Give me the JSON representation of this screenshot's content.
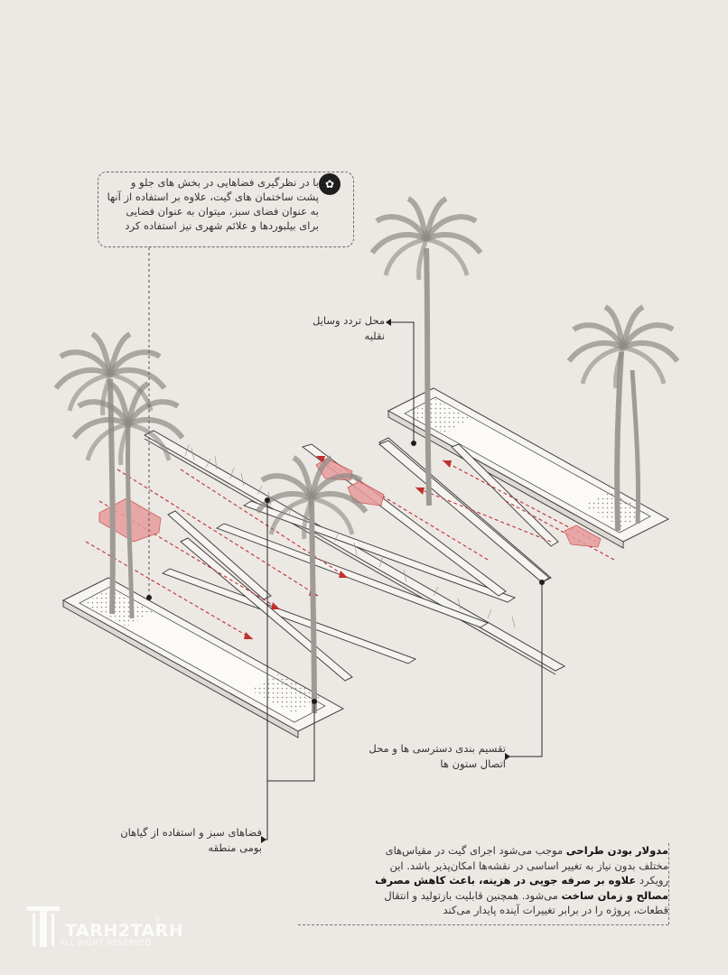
{
  "callout": {
    "icon": "tree-icon",
    "text": "با در نظرگیری فضاهایی در بخش های جلو و پشت ساختمان های گیت، علاوه بر استفاده از آنها به عنوان فضای سبز، میتوان به عنوان فضایی برای بیلبوردها و علائم شهری نیز استفاده کرد"
  },
  "labels": {
    "traffic": "محل تردد وسایل نقلیه",
    "division": "تقسیم بندی دسترسی ها و محل اتصال ستون ها",
    "green": "فضاهای سبز و استفاده از گیاهان بومی منطقه"
  },
  "description": {
    "p1_bold": "مدولار بودن طراحی",
    "p1_rest": " موجب می‌شود اجرای گیت در مقیاس‌های مختلف بدون نیاز به تغییر اساسی در نقشه‌ها امکان‌پذیر باشد. این رویکرد ",
    "p2_bold": "علاوه بر صرفه جویی در هزینه، باعث کاهش مصرف مصالح و زمان ساخت",
    "p2_rest": " می‌شود. همچنین قابلیت بازتولید و انتقال قطعات، پروژه را در برابر تغییرات آینده پایدار می‌کند"
  },
  "logo": {
    "name": "TARH2TARH",
    "sub": "ALL RIGHT RESERVED",
    "mark": "©"
  },
  "colors": {
    "background": "#ece8e4",
    "accent_red": "#c0302e",
    "car_red": "#e08a8a",
    "palm": "#9a9591",
    "line": "#3a3a3a"
  }
}
